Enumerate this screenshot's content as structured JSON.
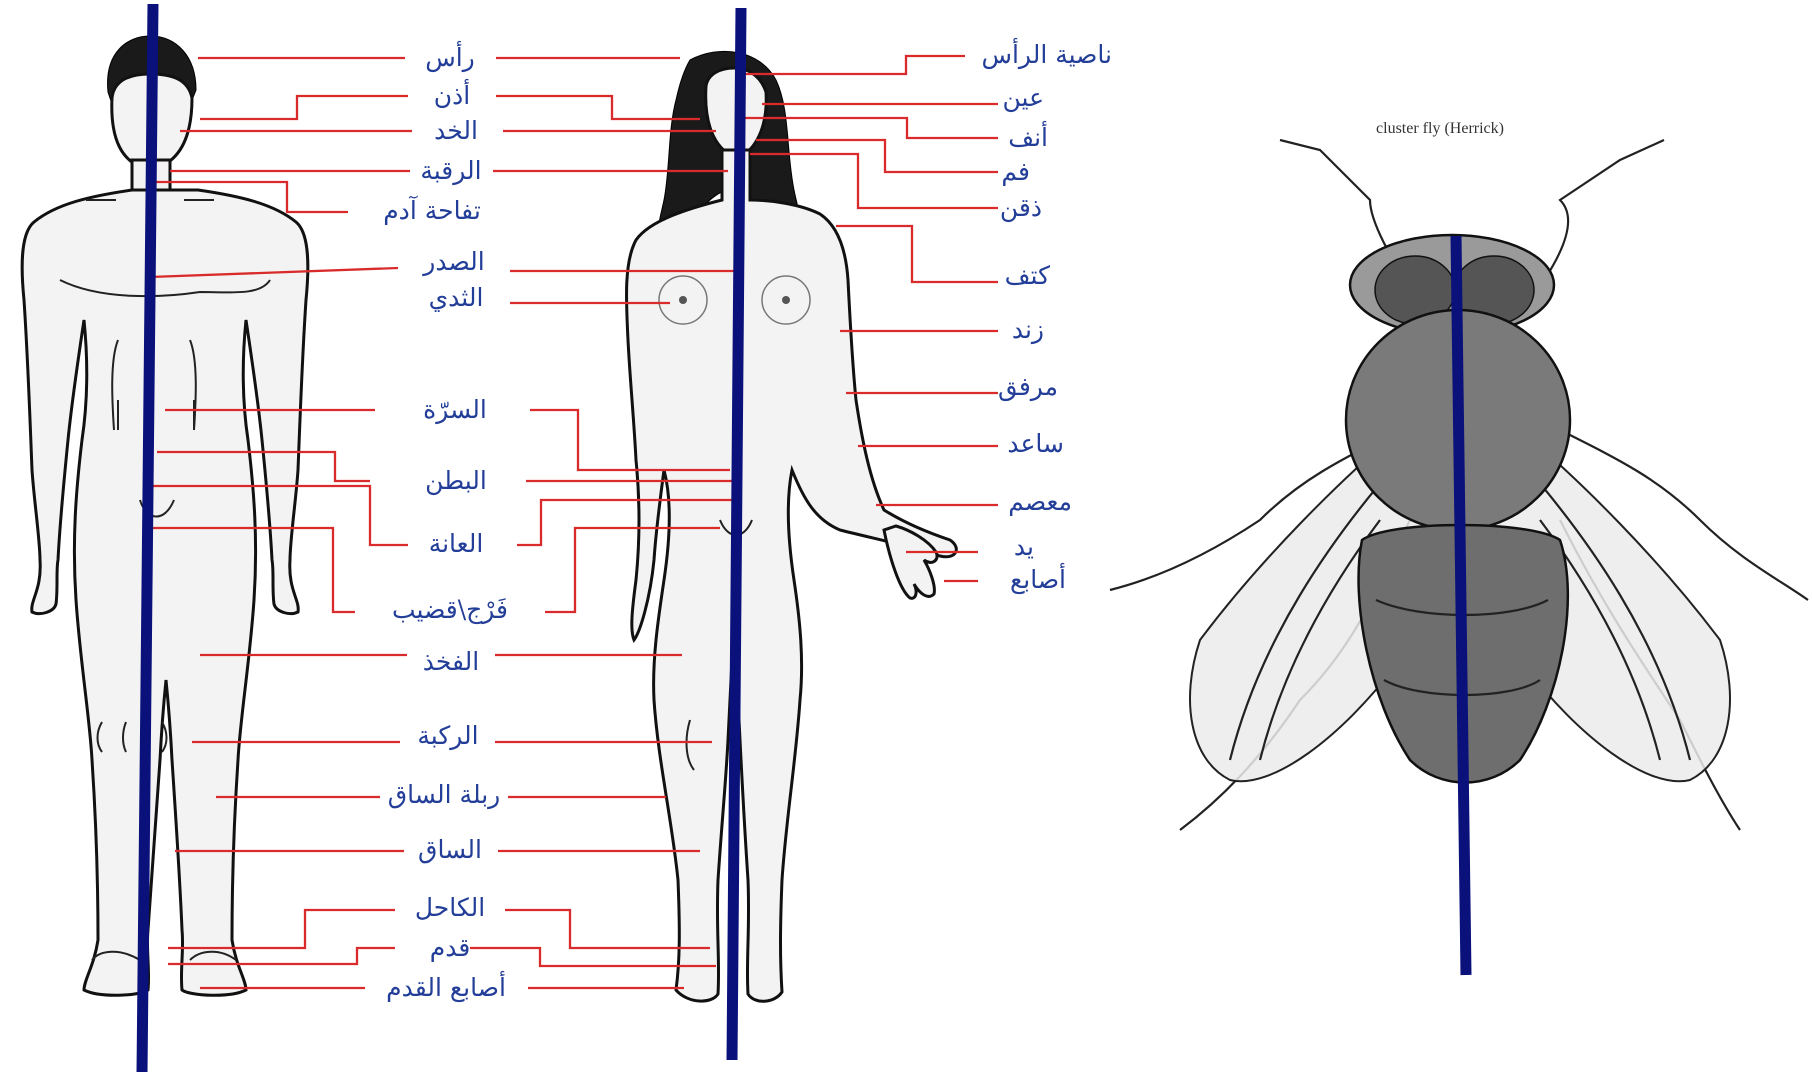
{
  "diagram": {
    "labels": {
      "head": "رأس",
      "ear": "أذن",
      "cheek": "الخد",
      "neck": "الرقبة",
      "adams_apple": "تفاحة آدم",
      "chest": "الصدر",
      "breast": "الثدي",
      "navel": "السرّة",
      "abdomen": "البطن",
      "pubis": "العانة",
      "genitals": "فَرْج\\قضيب",
      "thigh": "الفخذ",
      "knee": "الركبة",
      "calf": "ربلة الساق",
      "shin": "الساق",
      "ankle": "الكاحل",
      "foot": "قدم",
      "toes": "أصابع القدم",
      "forelock": "ناصية الرأس",
      "eye": "عين",
      "nose": "أنف",
      "mouth": "فم",
      "chin": "ذقن",
      "shoulder": "كتف",
      "upper_arm": "زند",
      "elbow": "مرفق",
      "forearm": "ساعد",
      "wrist": "معصم",
      "hand": "يد",
      "fingers": "أصابع"
    },
    "fly_caption": "cluster fly (Herrick)",
    "colors": {
      "label_text": "#233e98",
      "leader_lines": "#d92b2b",
      "symmetry_axes": "#0a117a"
    }
  }
}
